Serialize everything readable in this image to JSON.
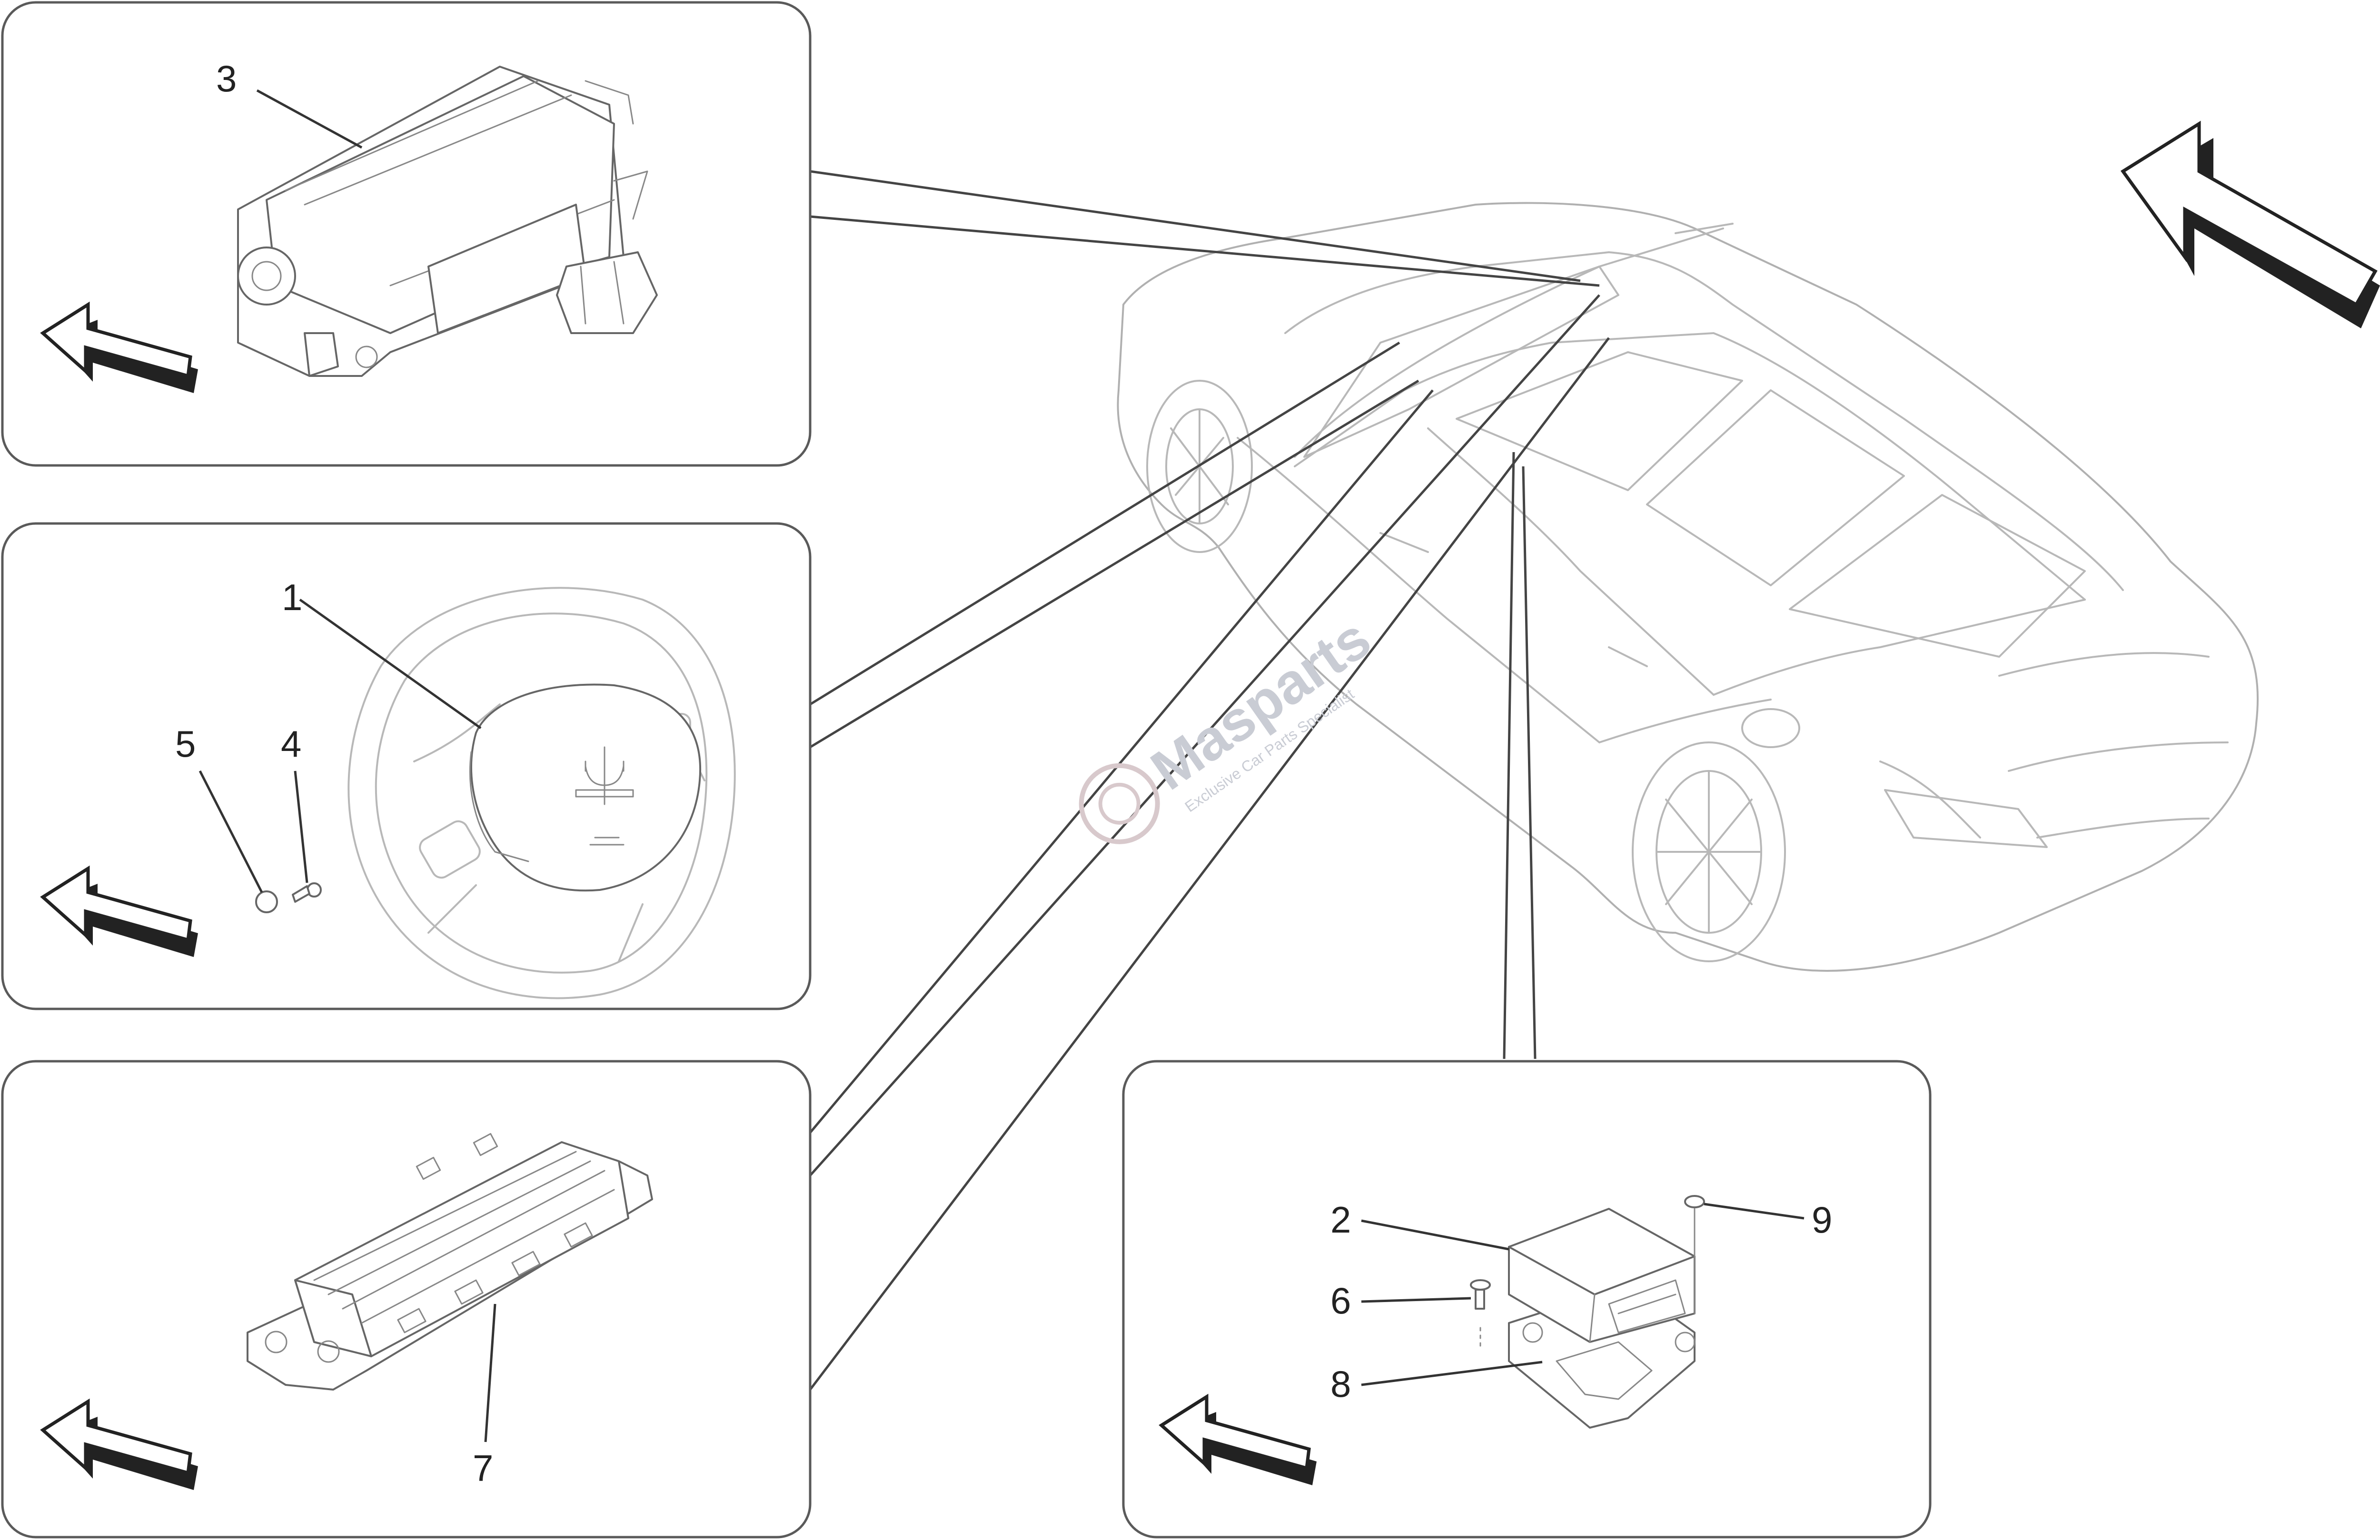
{
  "diagram": {
    "callout_numbers": {
      "airbag_module_1": "1",
      "control_unit_2": "2",
      "side_airbag_3": "3",
      "screw_4": "4",
      "cap_5": "5",
      "screw_6": "6",
      "knee_airbag_7": "7",
      "bracket_8": "8",
      "nut_9": "9"
    },
    "watermark": {
      "brand": "Masparts",
      "tagline": "Exclusive Car Parts Specialist"
    }
  }
}
